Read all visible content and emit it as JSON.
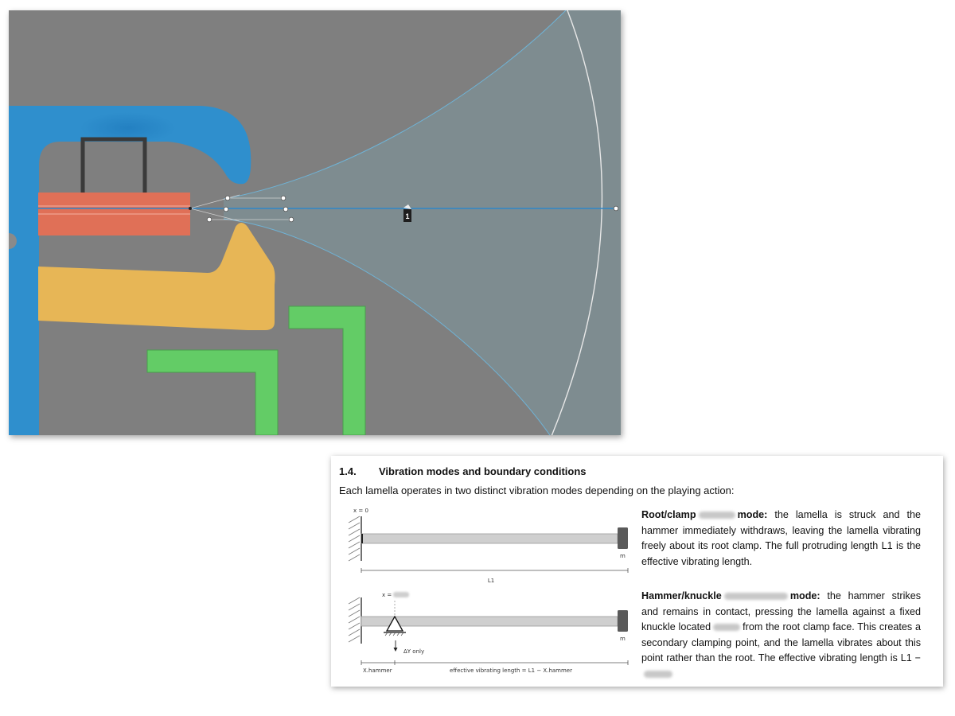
{
  "cad": {
    "point_label": "1"
  },
  "document": {
    "section_number": "1.4.",
    "section_title": "Vibration modes and boundary conditions",
    "intro": "Each lamella operates in two distinct vibration modes depending on the playing action:",
    "root_mode": {
      "title_a": "Root/clamp",
      "title_b": "mode:",
      "body": "the lamella is struck and the hammer immediately withdraws, leaving the lamella vibrating freely about its root clamp. The full protruding length L1 is the effective vibrating length."
    },
    "hammer_mode": {
      "title_a": "Hammer/knuckle",
      "title_b": "mode:",
      "body_a": "the hammer strikes and remains in contact, pressing the lamella against a fixed knuckle located",
      "body_b": "from the root clamp face. This creates a secondary clamping point, and the lamella vibrates about this point rather than the root. The effective vibrating length is L1 −"
    },
    "diagram_top": {
      "x0_label": "x = 0",
      "mass_label": "m",
      "length_label": "L1"
    },
    "diagram_bottom": {
      "x_label": "x =",
      "mass_label": "m",
      "dy_label": "ΔY only",
      "xhammer_label": "X.hammer",
      "eff_label": "effective vibrating length = L1 − X.hammer"
    }
  }
}
